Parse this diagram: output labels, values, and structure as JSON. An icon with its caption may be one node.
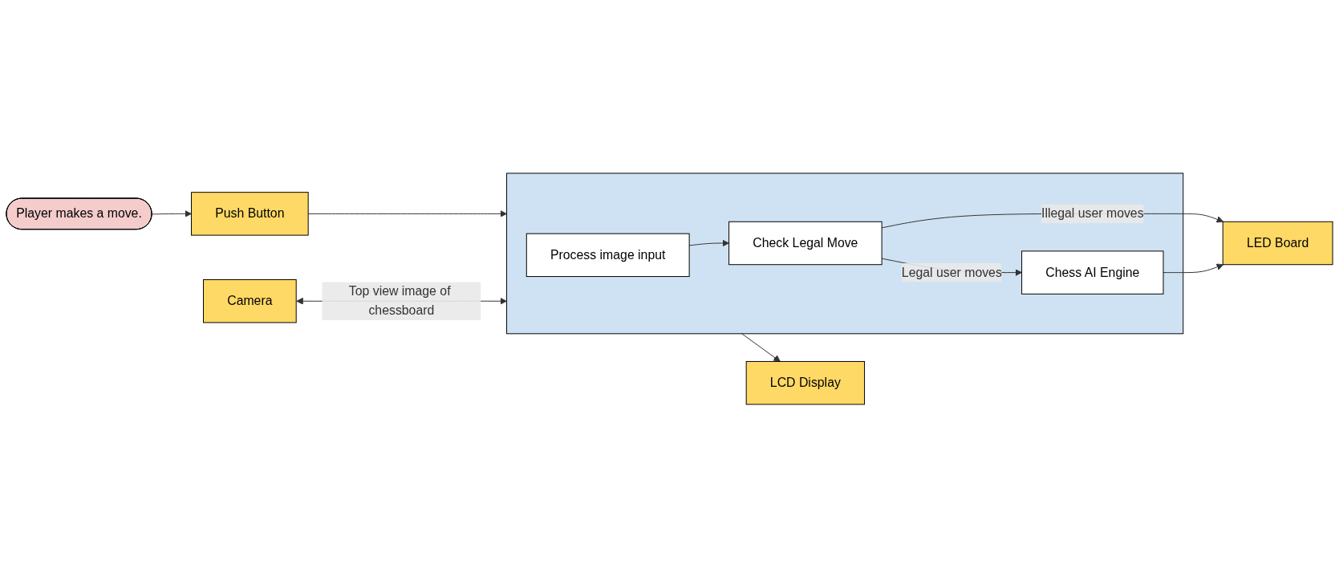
{
  "diagram": {
    "nodes": [
      {
        "text": [
          "Player makes a move."
        ]
      },
      {
        "text": [
          "Push Button"
        ]
      },
      {
        "text": [
          "LCD Display"
        ]
      },
      {
        "text": [
          "Camera"
        ]
      },
      {
        "text": [],
        "shape": "box"
      },
      {
        "text": [
          "Process image input"
        ],
        "in": 4
      },
      {
        "text": [
          "Check Legal Move"
        ],
        "in": 4
      },
      {
        "text": [
          "Chess AI Engine"
        ],
        "in": 4
      },
      {
        "text": [
          "LED Board"
        ]
      }
    ],
    "edges": [
      {
        "from": 0,
        "to": 1,
        "arrow": "to"
      },
      {
        "from": 1,
        "to": 4,
        "arrow": "to"
      },
      {
        "from": 4,
        "to": 2,
        "arrow": "to"
      },
      {
        "from": 3,
        "to": 4,
        "arrow": "both",
        "label": "Top view image of chessboard"
      },
      {
        "from": 5,
        "to": 6,
        "arrow": "to"
      },
      {
        "from": 6,
        "to": 7,
        "arrow": "to",
        "label": "Legal user moves"
      },
      {
        "from": 6,
        "to": 8,
        "arrow": "to",
        "label": "Illegal user moves"
      },
      {
        "from": 7,
        "to": 8,
        "arrow": "to"
      }
    ]
  }
}
